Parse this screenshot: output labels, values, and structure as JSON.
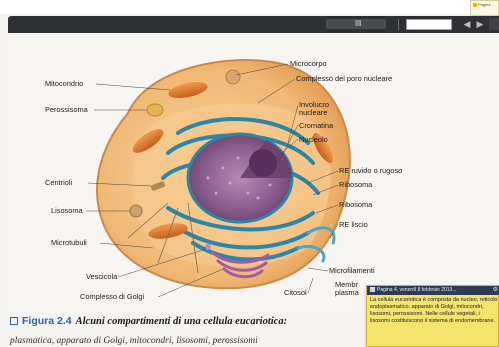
{
  "top_badge": {
    "text": "Pagina"
  },
  "figure": {
    "labels": {
      "microcorpo": "Microcorpo",
      "poro": "Complesso del poro nucleare",
      "involucro": "Involucro\nnucleare",
      "cromatina": "Cromatina",
      "nucleolo": "Nucleolo",
      "re_ruvido": "RE ruvido o rugoso",
      "ribosoma1": "Ribosoma",
      "ribosoma2": "Ribosoma",
      "re_liscio": "RE liscio",
      "microfilamenti": "Microfilamenti",
      "membrana": "Membr\nplasma",
      "citosol": "Citosol",
      "mitocondrio": "Mitocondrio",
      "perossisoma": "Perossisoma",
      "centrioli": "Centrioli",
      "lisosoma": "Lisosoma",
      "microtubuli": "Microtubuli",
      "vescicola": "Vescicola",
      "golgi": "Complesso di Golgi"
    }
  },
  "caption": {
    "figure_number": "Figura 2.4",
    "title": "Alcuni compartimenti di una cellula eucariotica:",
    "line2": "plasmatica, apparato di Golgi, mitocondri, lisosomi, perossisomi"
  },
  "note": {
    "header": "Pagina 4, venerdì 8 febbraio 2013...",
    "text": "La cellula eucariotica è composta da nucleo, reticolo endoplasmatico, apparato di Golgi, mitocondri, lisosomi, perossisomi. Nelle cellule vegetali, i lisosomi costituiscono il sistema di endomembrane."
  },
  "colors": {
    "toolbar": "#2e3033",
    "cell_body": "#f0b873",
    "nucleus": "#8b5c8e",
    "er": "#2b86a8",
    "mitochondria": "#e07a2e",
    "caption_accent": "#2a63b0",
    "note_bg": "#f3e46d"
  }
}
